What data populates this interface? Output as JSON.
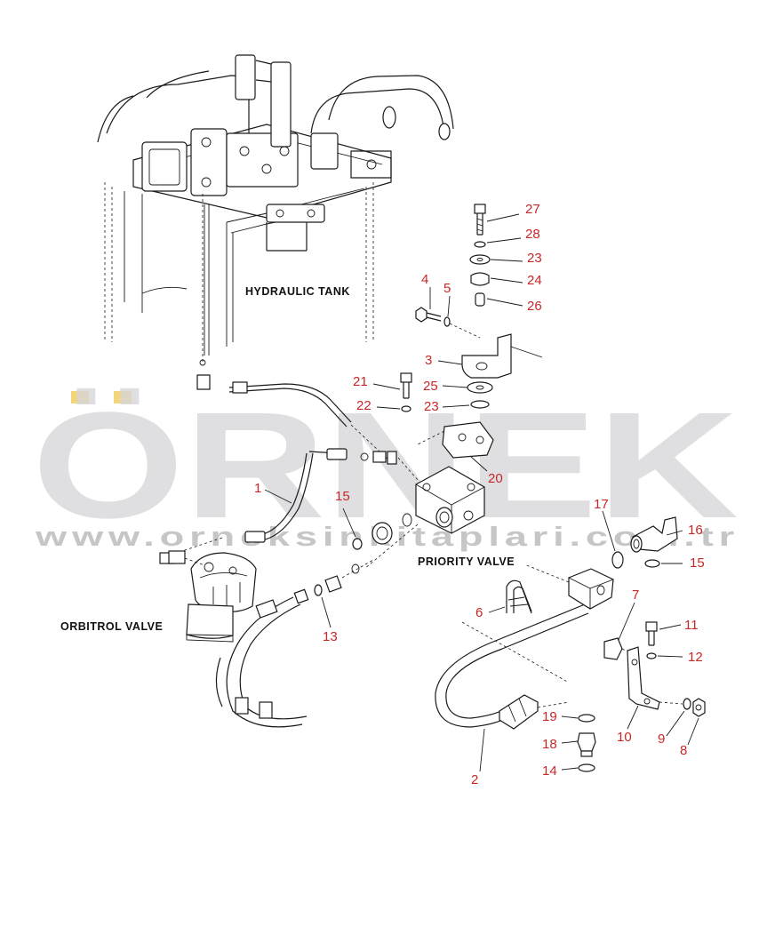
{
  "labels": {
    "hydraulic_tank": "HYDRAULIC TANK",
    "priority_valve": "PRIORITY VALVE",
    "orbitrol_valve": "ORBITROL VALVE"
  },
  "watermark": {
    "text": "ÖRNEK",
    "url": "www.orneksinkitaplari.com.tr",
    "dots_color": "#f3d67a"
  },
  "callouts": {
    "c1": "1",
    "c2": "2",
    "c3": "3",
    "c4": "4",
    "c5": "5",
    "c6": "6",
    "c7": "7",
    "c8": "8",
    "c9": "9",
    "c10": "10",
    "c11": "11",
    "c12": "12",
    "c13": "13",
    "c14": "14",
    "c15a": "15",
    "c15b": "15",
    "c16": "16",
    "c17": "17",
    "c18": "18",
    "c19": "19",
    "c20": "20",
    "c21": "21",
    "c22": "22",
    "c23a": "23",
    "c23b": "23",
    "c24": "24",
    "c25": "25",
    "c26": "26",
    "c27": "27",
    "c28": "28"
  },
  "colors": {
    "callout": "#c62828",
    "line": "#1a1a1a"
  }
}
